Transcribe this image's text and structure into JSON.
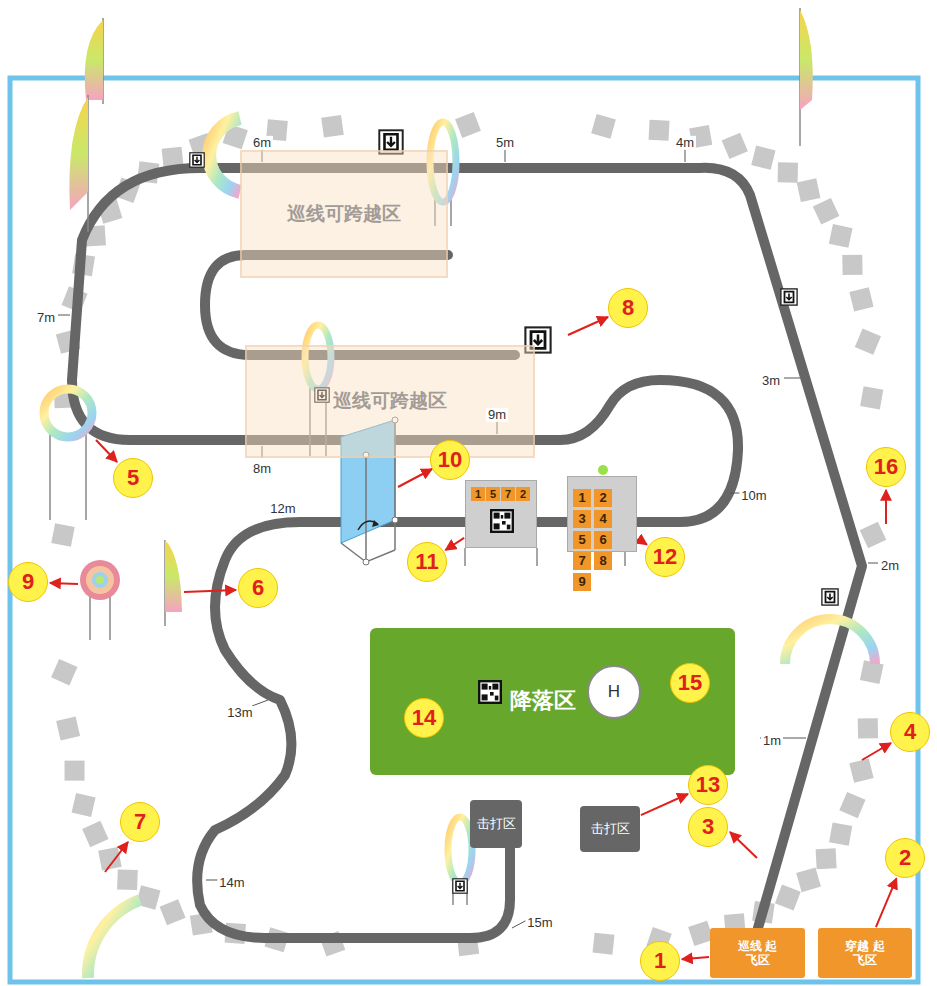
{
  "diagram": {
    "nodes": [
      {
        "text": [
          "巡线可跨越区"
        ]
      },
      {
        "text": [
          "巡线可跨越区"
        ]
      },
      {
        "text": [
          "1",
          "5",
          "7",
          "2"
        ]
      },
      {
        "text": [
          "1",
          "2",
          "3",
          "4",
          "5",
          "6",
          "7",
          "8",
          "9"
        ]
      },
      {
        "text": [
          "降落区"
        ]
      },
      {
        "text": [
          "H"
        ],
        "in": 4
      },
      {
        "text": [
          "击打区"
        ]
      },
      {
        "text": [
          "击打区"
        ]
      },
      {
        "text": [
          "巡线 起飞区"
        ]
      },
      {
        "text": [
          "穿越 起飞区"
        ]
      },
      {
        "text": [
          "1"
        ]
      },
      {
        "text": [
          "2"
        ]
      },
      {
        "text": [
          "3"
        ]
      },
      {
        "text": [
          "4"
        ]
      },
      {
        "text": [
          "5"
        ]
      },
      {
        "text": [
          "6"
        ]
      },
      {
        "text": [
          "7"
        ]
      },
      {
        "text": [
          "8"
        ]
      },
      {
        "text": [
          "9"
        ]
      },
      {
        "text": [
          "10"
        ]
      },
      {
        "text": [
          "11"
        ]
      },
      {
        "text": [
          "12"
        ]
      },
      {
        "text": [
          "13"
        ]
      },
      {
        "text": [
          "14"
        ],
        "in": 4
      },
      {
        "text": [
          "15"
        ],
        "in": 4
      },
      {
        "text": [
          "16"
        ]
      }
    ],
    "edges": [
      {
        "from": 8,
        "to": 10,
        "arrow": "to"
      },
      {
        "from": 9,
        "to": 11,
        "arrow": "to"
      },
      {
        "from": 2,
        "to": 20,
        "arrow": "to"
      },
      {
        "from": 3,
        "to": 21,
        "arrow": "to"
      },
      {
        "from": 7,
        "to": 22,
        "arrow": "to"
      },
      {
        "from": 5,
        "to": 24,
        "arrow": "to"
      }
    ],
    "labels": [
      "6m",
      "5m",
      "4m",
      "7m",
      "3m",
      "9m",
      "8m",
      "10m",
      "12m",
      "2m",
      "13m",
      "1m",
      "14m",
      "15m"
    ]
  }
}
